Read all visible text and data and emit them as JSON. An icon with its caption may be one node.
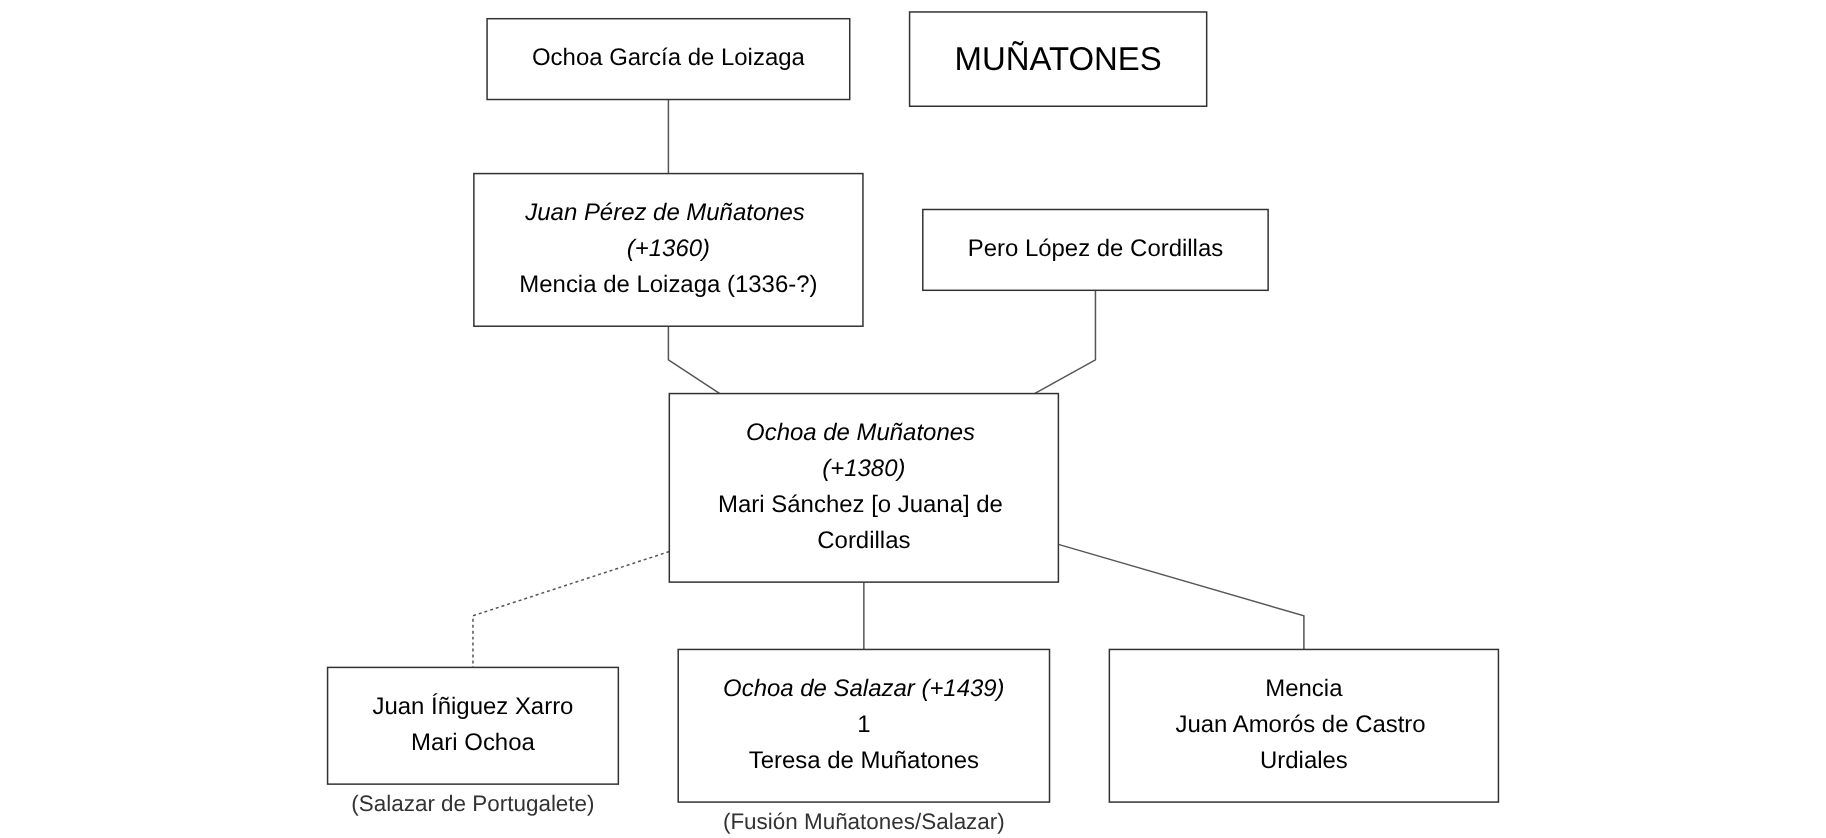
{
  "diagram": {
    "nodes": [
      {
        "text": [
          "Ochoa García de Loizaga"
        ]
      },
      {
        "text": [
          "MUÑATONES"
        ]
      },
      {
        "text": [
          "Juan Pérez de Muñatones (+1360)",
          "Mencia de Loizaga (1336-?)"
        ]
      },
      {
        "text": [
          "Pero López de Cordillas"
        ]
      },
      {
        "text": [
          "Ochoa de Muñatones (+1380)",
          "Mari Sánchez [o Juana] de Cordillas"
        ]
      },
      {
        "text": [
          "Juan Íñiguez Xarro",
          "Mari Ochoa"
        ],
        "beside": [
          "(Salazar de Portugalete)"
        ]
      },
      {
        "text": [
          "Ochoa de Salazar (+1439)",
          "1",
          "Teresa de Muñatones"
        ],
        "beside": [
          "(Fusión Muñatones/Salazar)"
        ]
      },
      {
        "text": [
          "Mencia",
          "Juan Amorós de Castro Urdiales"
        ]
      }
    ],
    "edges": [
      {
        "from": 0,
        "to": 2,
        "arrow": "none"
      },
      {
        "from": 2,
        "to": 4,
        "arrow": "none"
      },
      {
        "from": 3,
        "to": 4,
        "arrow": "none"
      },
      {
        "from": 4,
        "to": 5,
        "arrow": "none",
        "style": "dashed"
      },
      {
        "from": 4,
        "to": 6,
        "arrow": "none"
      },
      {
        "from": 4,
        "to": 7,
        "arrow": "none"
      }
    ]
  }
}
